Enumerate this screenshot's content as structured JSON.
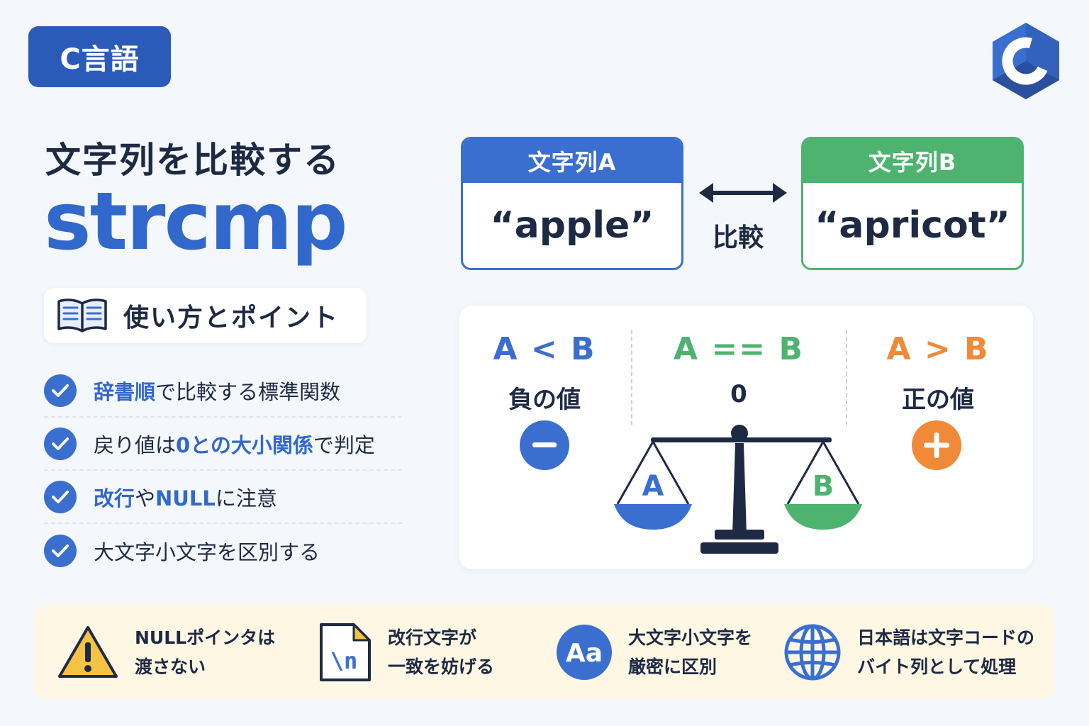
{
  "badge": {
    "label": "C言語"
  },
  "title": {
    "jp": "文字列を比較する",
    "en": "strcmp"
  },
  "howto": {
    "label": "使い方とポイント"
  },
  "points": [
    {
      "hl1": "辞書順",
      "rest": "で比較する標準関数"
    },
    {
      "pre": "戻り値は",
      "hl1": "0との大小関係",
      "rest": "で判定"
    },
    {
      "hl1": "改行",
      "mid": "や",
      "hl2": "NULL",
      "rest": "に注意"
    },
    {
      "rest": "大文字小文字を区別する"
    }
  ],
  "compare": {
    "a_header": "文字列A",
    "a_value": "“apple”",
    "b_header": "文字列B",
    "b_value": "“apricot”",
    "label": "比較"
  },
  "results": [
    {
      "expr": "A < B",
      "result": "負の値",
      "sign": "minus-icon"
    },
    {
      "expr": "A == B",
      "result": "0"
    },
    {
      "expr": "A > B",
      "result": "正の値",
      "sign": "plus-icon"
    }
  ],
  "scale": {
    "left_label": "A",
    "right_label": "B"
  },
  "tips": [
    {
      "icon": "warning-icon",
      "line1": "NULLポインタは",
      "line2": "渡さない"
    },
    {
      "icon": "newline-file-icon",
      "icon_text": "\\n",
      "line1": "改行文字が",
      "line2": "一致を妨げる"
    },
    {
      "icon": "case-icon",
      "icon_text": "Aa",
      "line1": "大文字小文字を",
      "line2": "厳密に区別"
    },
    {
      "icon": "globe-icon",
      "line1": "日本語は文字コードの",
      "line2": "バイト列として処理"
    }
  ],
  "colors": {
    "blue": "#3a6fd0",
    "green": "#4db36f",
    "orange": "#f08a38",
    "navy": "#1e2a44",
    "warning": "#f6c244"
  }
}
